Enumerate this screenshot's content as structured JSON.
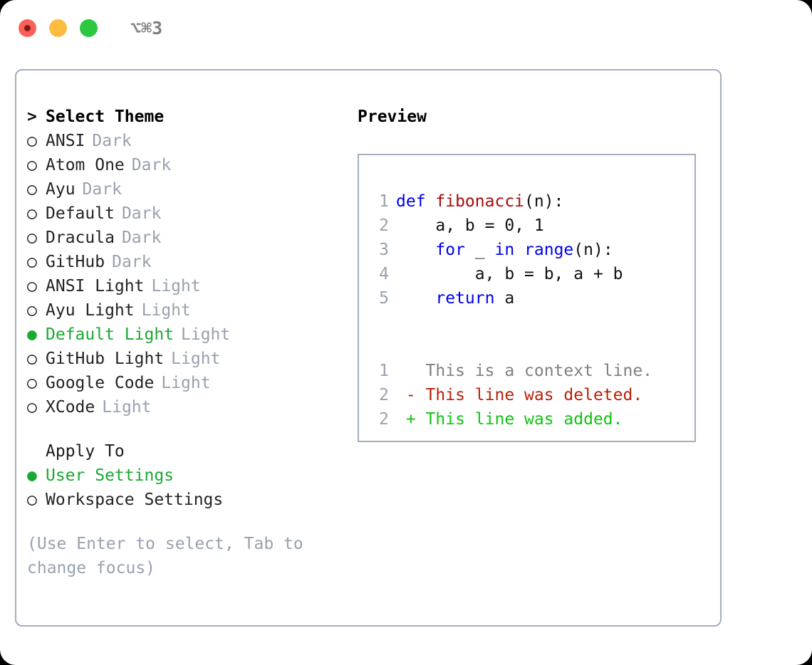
{
  "window": {
    "shortcut": "⌥⌘3",
    "traffic_lights": [
      {
        "name": "close",
        "color": "#fc6058"
      },
      {
        "name": "minimize",
        "color": "#fdbc40"
      },
      {
        "name": "maximize",
        "color": "#2bc840"
      }
    ]
  },
  "colors": {
    "selected_green": "#1ba832",
    "muted_gray": "#98a1af",
    "border": "#a5aebd",
    "keyword_blue": "#0000ee",
    "function_red": "#a80a0a",
    "diff_deleted": "#bb2009",
    "diff_added": "#11c411",
    "diff_context": "#808080"
  },
  "theme_list": {
    "caret": ">",
    "title": "Select Theme",
    "marker_unselected": "○",
    "marker_selected": "●",
    "items": [
      {
        "name": "ANSI",
        "badge": "Dark",
        "selected": false
      },
      {
        "name": "Atom One",
        "badge": "Dark",
        "selected": false
      },
      {
        "name": "Ayu",
        "badge": "Dark",
        "selected": false
      },
      {
        "name": "Default",
        "badge": "Dark",
        "selected": false
      },
      {
        "name": "Dracula",
        "badge": "Dark",
        "selected": false
      },
      {
        "name": "GitHub",
        "badge": "Dark",
        "selected": false
      },
      {
        "name": "ANSI Light",
        "badge": "Light",
        "selected": false
      },
      {
        "name": "Ayu Light",
        "badge": "Light",
        "selected": false
      },
      {
        "name": "Default Light",
        "badge": "Light",
        "selected": true
      },
      {
        "name": "GitHub Light",
        "badge": "Light",
        "selected": false
      },
      {
        "name": "Google Code",
        "badge": "Light",
        "selected": false
      },
      {
        "name": "XCode",
        "badge": "Light",
        "selected": false
      }
    ]
  },
  "apply_to": {
    "title": "Apply To",
    "options": [
      {
        "name": "User Settings",
        "selected": true
      },
      {
        "name": "Workspace Settings",
        "selected": false
      }
    ]
  },
  "hint": "(Use Enter to select, Tab to change focus)",
  "preview": {
    "heading": "Preview",
    "code_lines": [
      {
        "lineno": "1",
        "tokens": [
          {
            "text": "def ",
            "kind": "kw"
          },
          {
            "text": "fibonacci",
            "kind": "fn"
          },
          {
            "text": "(n):",
            "kind": "pl"
          }
        ]
      },
      {
        "lineno": "2",
        "tokens": [
          {
            "text": "    a, b = 0, 1",
            "kind": "pl"
          }
        ]
      },
      {
        "lineno": "3",
        "tokens": [
          {
            "text": "    ",
            "kind": "pl"
          },
          {
            "text": "for",
            "kind": "kw"
          },
          {
            "text": " _ ",
            "kind": "pl"
          },
          {
            "text": "in ",
            "kind": "kw"
          },
          {
            "text": "range",
            "kind": "kw"
          },
          {
            "text": "(n):",
            "kind": "pl"
          }
        ]
      },
      {
        "lineno": "4",
        "tokens": [
          {
            "text": "        a, b = b, a + b",
            "kind": "pl"
          }
        ]
      },
      {
        "lineno": "5",
        "tokens": [
          {
            "text": "    ",
            "kind": "pl"
          },
          {
            "text": "return",
            "kind": "kw"
          },
          {
            "text": " a",
            "kind": "pl"
          }
        ]
      }
    ],
    "diff_lines": [
      {
        "lineno": "1",
        "tokens": [
          {
            "text": "   This is a context line.",
            "kind": "ctx"
          }
        ]
      },
      {
        "lineno": "2",
        "tokens": [
          {
            "text": " - This line was deleted.",
            "kind": "del"
          }
        ]
      },
      {
        "lineno": "2",
        "tokens": [
          {
            "text": " + This line was added.",
            "kind": "add"
          }
        ]
      }
    ]
  }
}
